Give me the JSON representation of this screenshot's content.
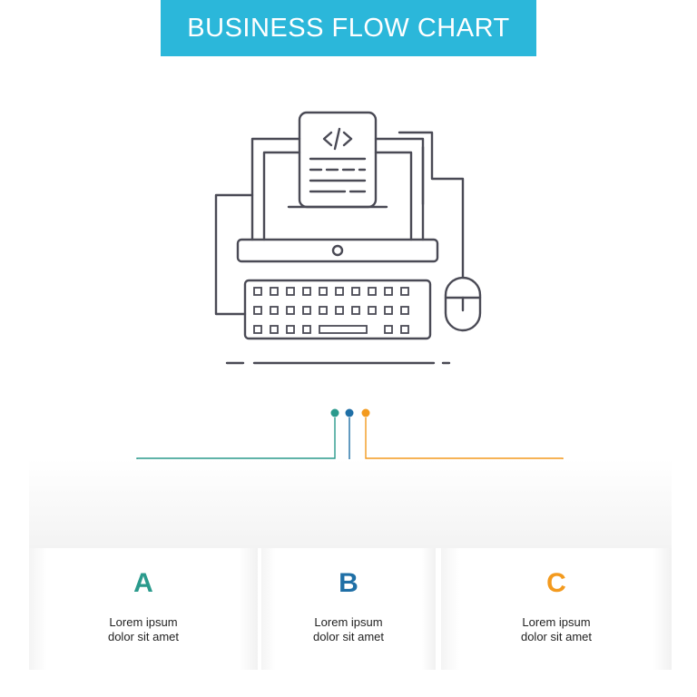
{
  "header": {
    "title": "BUSINESS FLOW CHART"
  },
  "colors": {
    "header_bg": "#2bb7da",
    "teal": "#2a9a8c",
    "blue": "#1f6fa6",
    "orange": "#f39a1e",
    "icon_stroke": "#4a4a55"
  },
  "icon": {
    "name": "computer-code-icon"
  },
  "steps": [
    {
      "letter": "A",
      "line1": "Lorem ipsum",
      "line2": "dolor sit amet"
    },
    {
      "letter": "B",
      "line1": "Lorem ipsum",
      "line2": "dolor sit amet"
    },
    {
      "letter": "C",
      "line1": "Lorem ipsum",
      "line2": "dolor sit amet"
    }
  ]
}
